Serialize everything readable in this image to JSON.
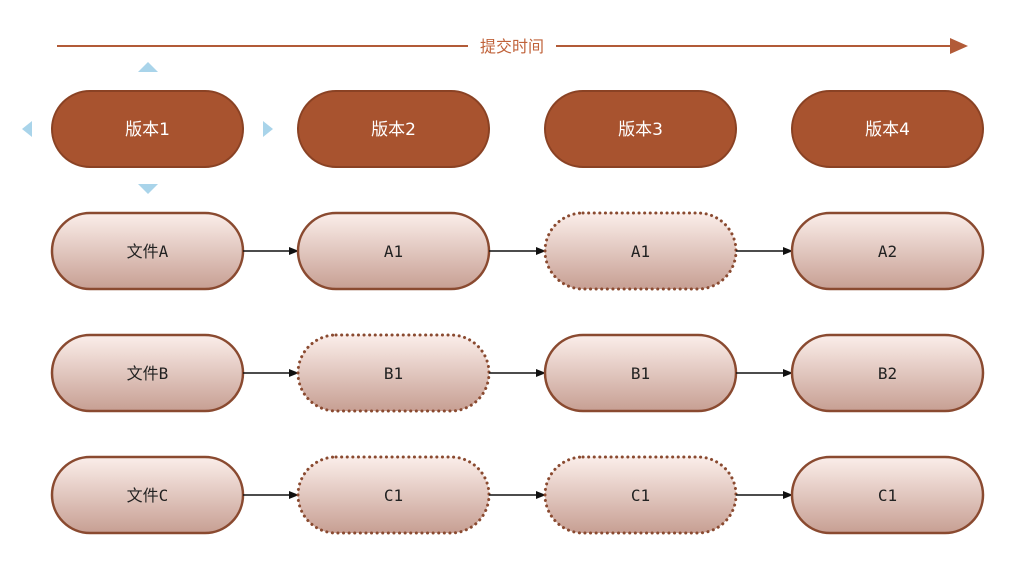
{
  "timeline": {
    "label": "提交时间",
    "color": "#b25b38"
  },
  "colors": {
    "version_fill": "#a8532f",
    "version_stroke": "#8a4224",
    "node_stroke": "#8a4a30",
    "node_grad_top": "#fbeeea",
    "node_grad_bottom": "#c79f93",
    "selection_handle": "#a9d4ea",
    "arrow": "#111111"
  },
  "versions": [
    {
      "label": "版本1"
    },
    {
      "label": "版本2"
    },
    {
      "label": "版本3"
    },
    {
      "label": "版本4"
    }
  ],
  "files": [
    {
      "nodes": [
        {
          "label": "文件A",
          "style": "solid"
        },
        {
          "label": "A1",
          "style": "solid"
        },
        {
          "label": "A1",
          "style": "dotted"
        },
        {
          "label": "A2",
          "style": "solid"
        }
      ]
    },
    {
      "nodes": [
        {
          "label": "文件B",
          "style": "solid"
        },
        {
          "label": "B1",
          "style": "dotted"
        },
        {
          "label": "B1",
          "style": "solid"
        },
        {
          "label": "B2",
          "style": "solid"
        }
      ]
    },
    {
      "nodes": [
        {
          "label": "文件C",
          "style": "solid"
        },
        {
          "label": "C1",
          "style": "dotted"
        },
        {
          "label": "C1",
          "style": "dotted"
        },
        {
          "label": "C1",
          "style": "solid"
        }
      ]
    }
  ]
}
